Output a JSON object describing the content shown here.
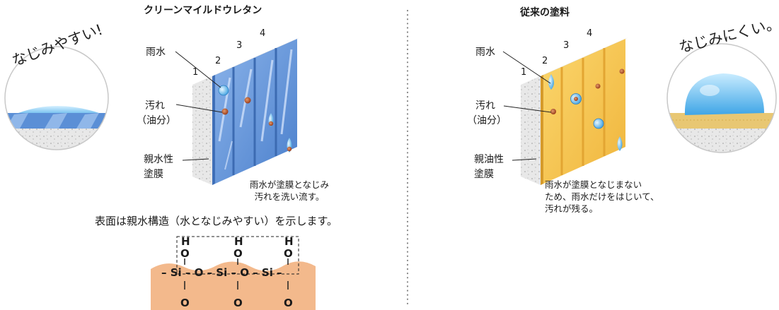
{
  "left": {
    "title": "クリーンマイルドウレタン",
    "badge_text": "なじみやすい!",
    "labels": {
      "rain": "雨水",
      "dirt_line1": "汚れ",
      "dirt_line2": "（油分）",
      "film_line1": "親水性",
      "film_line2": "塗膜"
    },
    "numbers": [
      "1",
      "2",
      "3",
      "4"
    ],
    "caption_line1": "雨水が塗膜となじみ",
    "caption_line2": "汚れを洗い流す。",
    "surface_text": "表面は親水構造（水となじみやすい）を示します。",
    "chem": {
      "h": "H",
      "o": "O",
      "chain": "– Si – O – Si – O – Si –"
    }
  },
  "right": {
    "title": "従来の塗料",
    "badge_text": "なじみにくい。",
    "labels": {
      "rain": "雨水",
      "dirt_line1": "汚れ",
      "dirt_line2": "（油分）",
      "film_line1": "親油性",
      "film_line2": "塗膜"
    },
    "numbers": [
      "1",
      "2",
      "3",
      "4"
    ],
    "caption_line1": "雨水が塗膜となじまない",
    "caption_line2": "ため、雨水だけをはじいて、",
    "caption_line3": "汚れが残る。"
  },
  "colors": {
    "hydrophilic_film": "#5b8fd6",
    "lipophilic_film": "#f2c14e",
    "substrate": "#e4e4e4",
    "water": "#5fb3e6",
    "dirt": "#b5552c",
    "silica_band": "#f3b98c"
  }
}
